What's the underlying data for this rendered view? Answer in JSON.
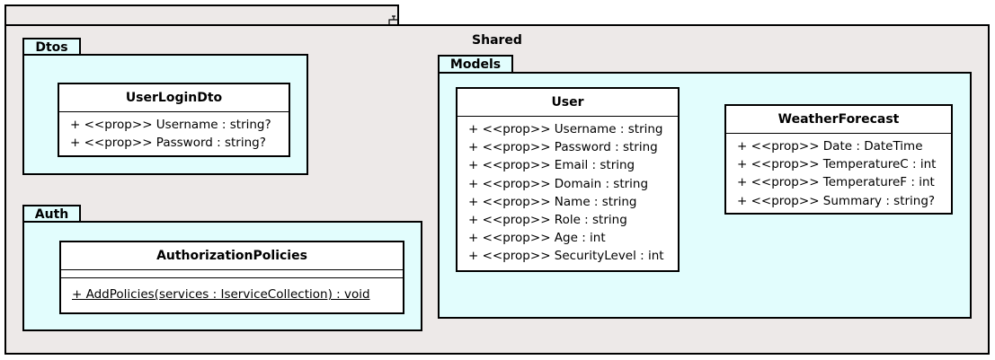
{
  "shared": {
    "title": "Shared"
  },
  "dtos": {
    "tab": "Dtos",
    "user_login_dto": {
      "name": "UserLoginDto",
      "attributes": [
        "+ <<prop>> Username : string?",
        "+ <<prop>> Password : string?"
      ]
    }
  },
  "auth": {
    "tab": "Auth",
    "authorization_policies": {
      "name": "AuthorizationPolicies",
      "operations": [
        "+ AddPolicies(services : IserviceCollection) : void"
      ]
    }
  },
  "models": {
    "tab": "Models",
    "user": {
      "name": "User",
      "attributes": [
        "+ <<prop>> Username : string",
        "+ <<prop>> Password : string",
        "+ <<prop>> Email : string",
        "+ <<prop>> Domain : string",
        "+ <<prop>> Name : string",
        "+ <<prop>> Role : string",
        "+ <<prop>> Age : int",
        "+ <<prop>> SecurityLevel : int"
      ]
    },
    "weather_forecast": {
      "name": "WeatherForecast",
      "attributes": [
        "+ <<prop>> Date : DateTime",
        "+ <<prop>> TemperatureC : int",
        "+ <<prop>> TemperatureF : int",
        "+ <<prop>> Summary : string?"
      ]
    }
  },
  "colors": {
    "outer_fill": "#ede9e8",
    "inner_fill": "#e2fdfd",
    "class_fill": "#ffffff",
    "stroke": "#000000"
  }
}
